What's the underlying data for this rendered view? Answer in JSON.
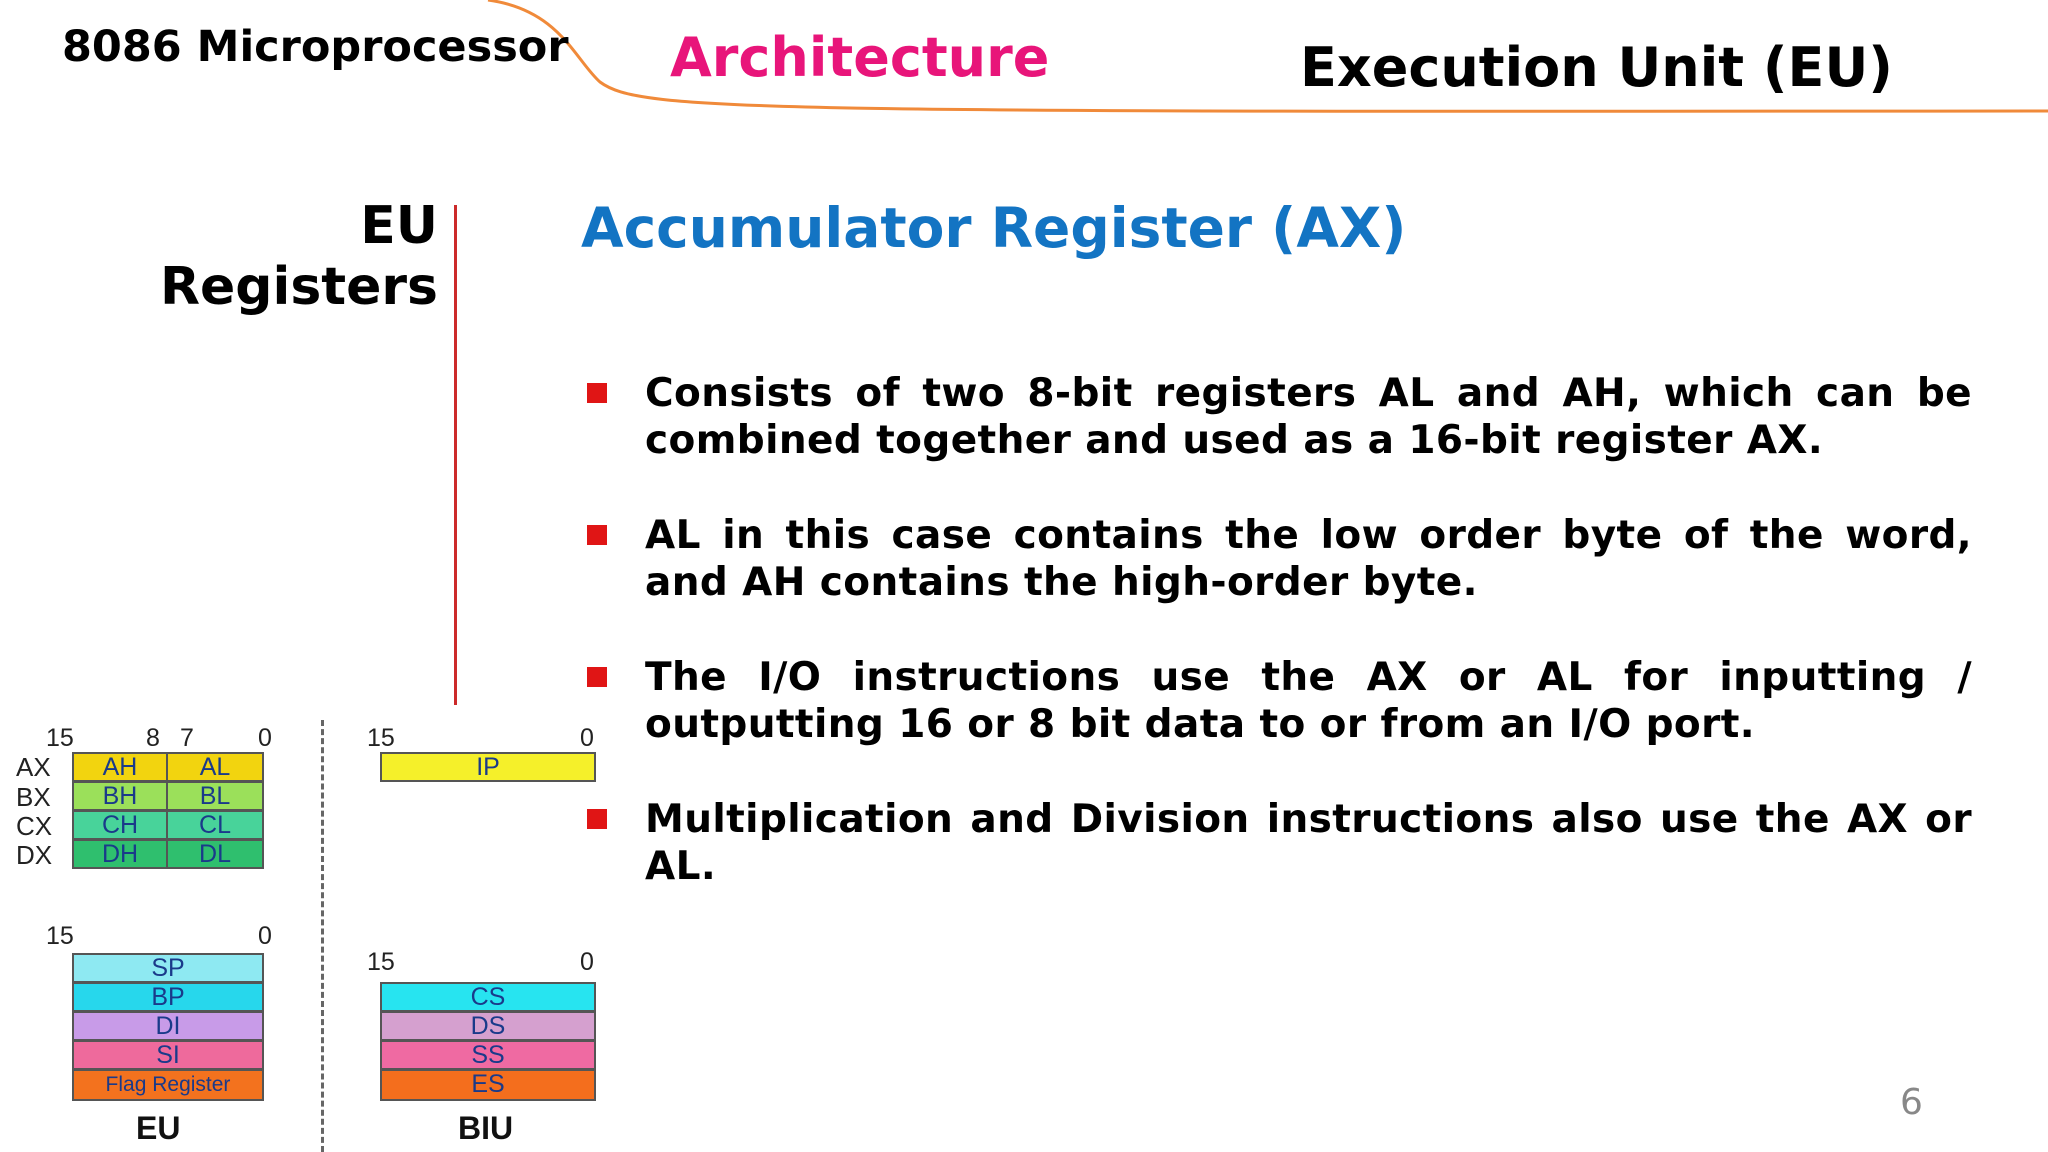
{
  "header": {
    "left": "8086 Microprocessor",
    "middle": "Architecture",
    "right": "Execution Unit (EU)"
  },
  "sidebar": {
    "line1": "EU",
    "line2": "Registers"
  },
  "slide": {
    "title": "Accumulator Register (AX)",
    "bullets": [
      "Consists of two 8-bit registers AL and AH, which can be combined together and used as a 16-bit register AX.",
      "AL in this case contains the low order byte of the word, and AH contains the high-order byte.",
      "The I/O instructions use the AX or AL for inputting / outputting 16 or 8 bit data to or from an I/O port.",
      "Multiplication and Division instructions also use the AX or AL."
    ],
    "page_number": "6"
  },
  "diagram": {
    "eu_general": {
      "bits": {
        "b15": "15",
        "b8": "8",
        "b7": "7",
        "b0": "0"
      },
      "rows": [
        {
          "name": "AX",
          "high": "AH",
          "low": "AL",
          "color": "#f2d40f"
        },
        {
          "name": "BX",
          "high": "BH",
          "low": "BL",
          "color": "#9be05a"
        },
        {
          "name": "CX",
          "high": "CH",
          "low": "CL",
          "color": "#48d39a"
        },
        {
          "name": "DX",
          "high": "DH",
          "low": "DL",
          "color": "#2fbf6e"
        }
      ]
    },
    "eu_pointer": {
      "bits": {
        "b15": "15",
        "b0": "0"
      },
      "regs": [
        {
          "label": "SP",
          "color": "#8ee9f2"
        },
        {
          "label": "BP",
          "color": "#27d7ec"
        },
        {
          "label": "DI",
          "color": "#c89be8"
        },
        {
          "label": "SI",
          "color": "#ee6a9c"
        },
        {
          "label": "Flag Register",
          "color": "#f3721e"
        }
      ]
    },
    "biu_ip": {
      "bits": {
        "b15": "15",
        "b0": "0"
      },
      "label": "IP",
      "color": "#f5f02a"
    },
    "biu_segment": {
      "bits": {
        "b15": "15",
        "b0": "0"
      },
      "regs": [
        {
          "label": "CS",
          "color": "#27e4f0"
        },
        {
          "label": "DS",
          "color": "#d5a0cf"
        },
        {
          "label": "SS",
          "color": "#ef6aa2"
        },
        {
          "label": "ES",
          "color": "#f46e1d"
        }
      ]
    },
    "eu_label": "EU",
    "biu_label": "BIU"
  }
}
